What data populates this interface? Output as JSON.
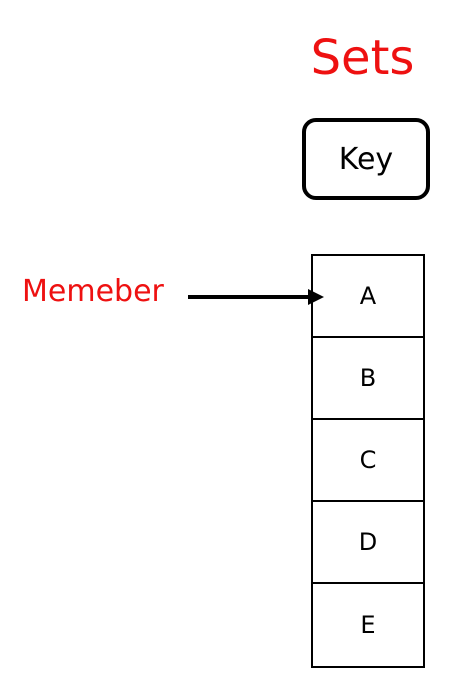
{
  "title": "Sets",
  "key_label": "Key",
  "member_label": "Memeber",
  "members": [
    "A",
    "B",
    "C",
    "D",
    "E"
  ],
  "colors": {
    "accent": "#ee1111",
    "stroke": "#000000"
  }
}
